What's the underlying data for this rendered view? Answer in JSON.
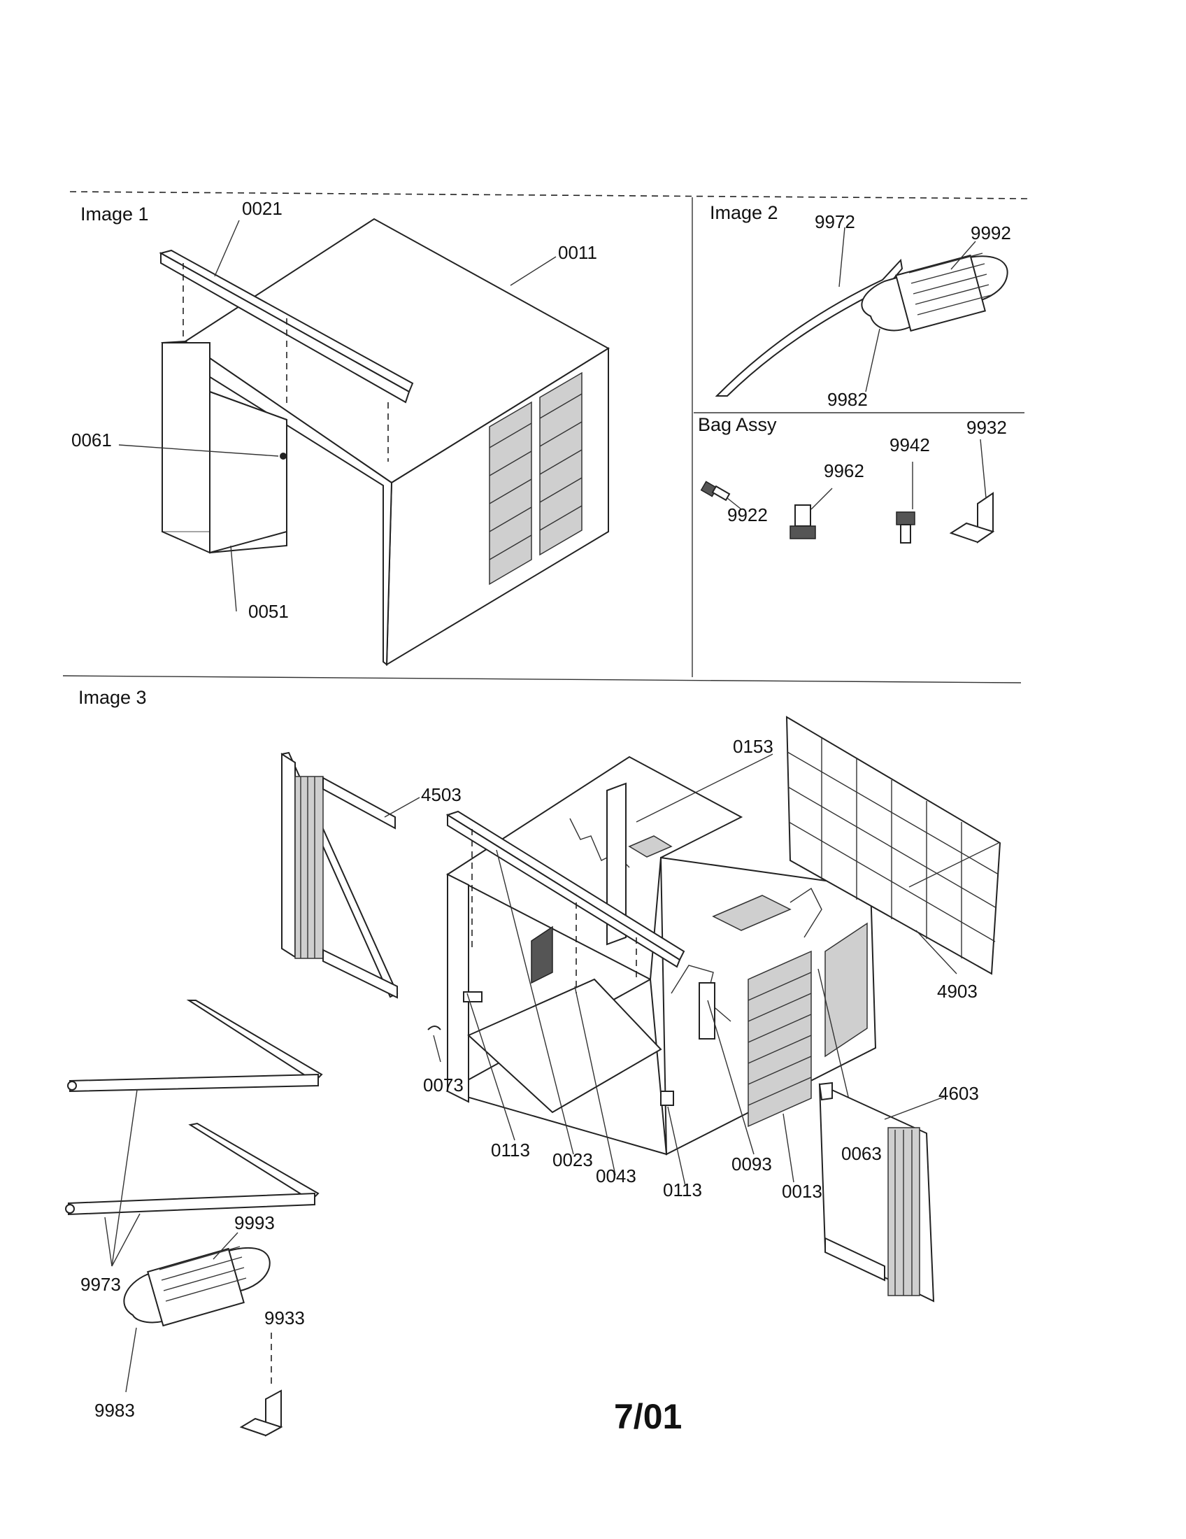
{
  "panels": {
    "image1": "Image 1",
    "image2": "Image 2",
    "bag": "Bag Assy",
    "image3": "Image 3"
  },
  "labels": {
    "p0021": "0021",
    "p0011": "0011",
    "p0061": "0061",
    "p0051": "0051",
    "p9972": "9972",
    "p9992": "9992",
    "p9982": "9982",
    "p9942": "9942",
    "p9932": "9932",
    "p9962": "9962",
    "p9922": "9922",
    "p0153": "0153",
    "p4503": "4503",
    "p4903": "4903",
    "p4603": "4603",
    "p0073": "0073",
    "p0113a": "0113",
    "p0023": "0023",
    "p0043": "0043",
    "p0113b": "0113",
    "p0093": "0093",
    "p0013": "0013",
    "p0063": "0063",
    "p9993": "9993",
    "p9973": "9973",
    "p9933": "9933",
    "p9983": "9983"
  },
  "footer": {
    "date": "7/01"
  }
}
